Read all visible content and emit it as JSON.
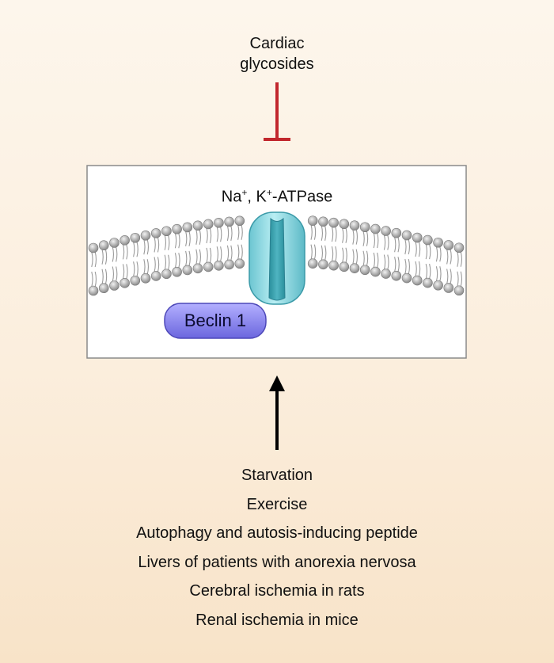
{
  "inhibitor": {
    "line1": "Cardiac",
    "line2": "glycosides",
    "color": "#c1272d"
  },
  "pump": {
    "name_na": "Na",
    "name_k": "K",
    "charge_plus": "+",
    "separator": ", ",
    "suffix": "-ATPase",
    "color": "#7fd3dd"
  },
  "protein": {
    "label": "Beclin 1",
    "color": "#8a86ee"
  },
  "inducers": [
    "Starvation",
    "Exercise",
    "Autophagy and autosis-inducing peptide",
    "Livers of patients with anorexia nervosa",
    "Cerebral ischemia in rats",
    "Renal ischemia in mice"
  ]
}
